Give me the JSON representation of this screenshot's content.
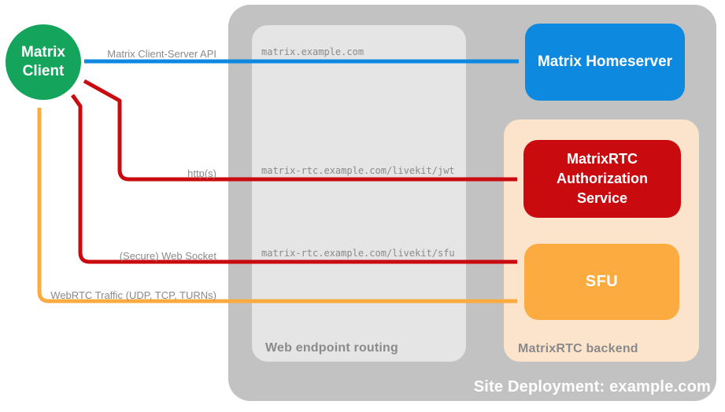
{
  "diagram": {
    "title": "Site Deployment: example.com",
    "client": {
      "line1": "Matrix",
      "line2": "Client"
    },
    "homeserver": "Matrix Homeserver",
    "auth_service": [
      "MatrixRTC",
      "Authorization",
      "Service"
    ],
    "sfu": "SFU",
    "routing_label": "Web endpoint routing",
    "backend_label": "MatrixRTC backend",
    "endpoints": {
      "homeserver": "matrix.example.com",
      "jwt": "matrix-rtc.example.com/livekit/jwt",
      "sfu": "matrix-rtc.example.com/livekit/sfu"
    },
    "arrow_labels": {
      "client_server_api": "Matrix Client-Server API",
      "https": "http(s)",
      "websocket": "(Secure) Web Socket",
      "webrtc": "WebRTC Traffic (UDP, TCP, TURNs)"
    },
    "colors": {
      "client_green": "#14a45c",
      "homeserver_blue": "#0d8ae0",
      "auth_red": "#c90b0f",
      "sfu_orange": "#fbab40",
      "backend_peach": "#fce4cc",
      "site_gray": "#c2c2c2",
      "routing_gray": "#e5e5e5",
      "label_gray": "#8a8a8a"
    }
  }
}
